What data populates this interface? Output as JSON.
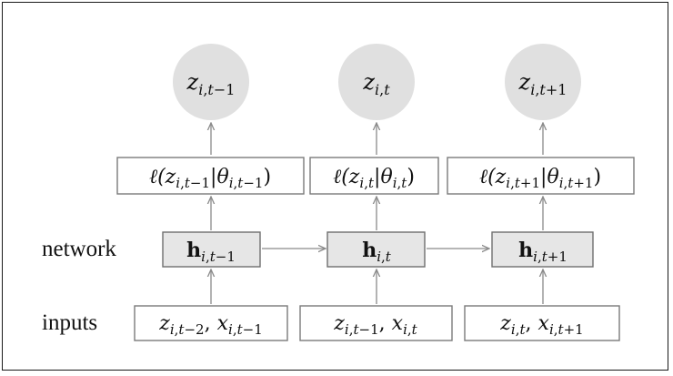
{
  "row_labels": {
    "network": "network",
    "inputs": "inputs"
  },
  "columns": [
    {
      "output": "z_{i,t−1}",
      "likelihood": "ℓ(z_{i,t−1}|θ_{i,t−1})",
      "hidden": "h_{i,t−1}",
      "input": "z_{i,t−2}, x_{i,t−1}"
    },
    {
      "output": "z_{i,t}",
      "likelihood": "ℓ(z_{i,t}|θ_{i,t})",
      "hidden": "h_{i,t}",
      "input": "z_{i,t−1}, x_{i,t}"
    },
    {
      "output": "z_{i,t+1}",
      "likelihood": "ℓ(z_{i,t+1}|θ_{i,t+1})",
      "hidden": "h_{i,t+1}",
      "input": "z_{i,t}, x_{i,t+1}"
    }
  ],
  "colors": {
    "output_node": "#e0e0e0",
    "hidden_box": "#e6e6e6",
    "border": "#7a7a7a",
    "arrow": "#8a8a8a"
  }
}
